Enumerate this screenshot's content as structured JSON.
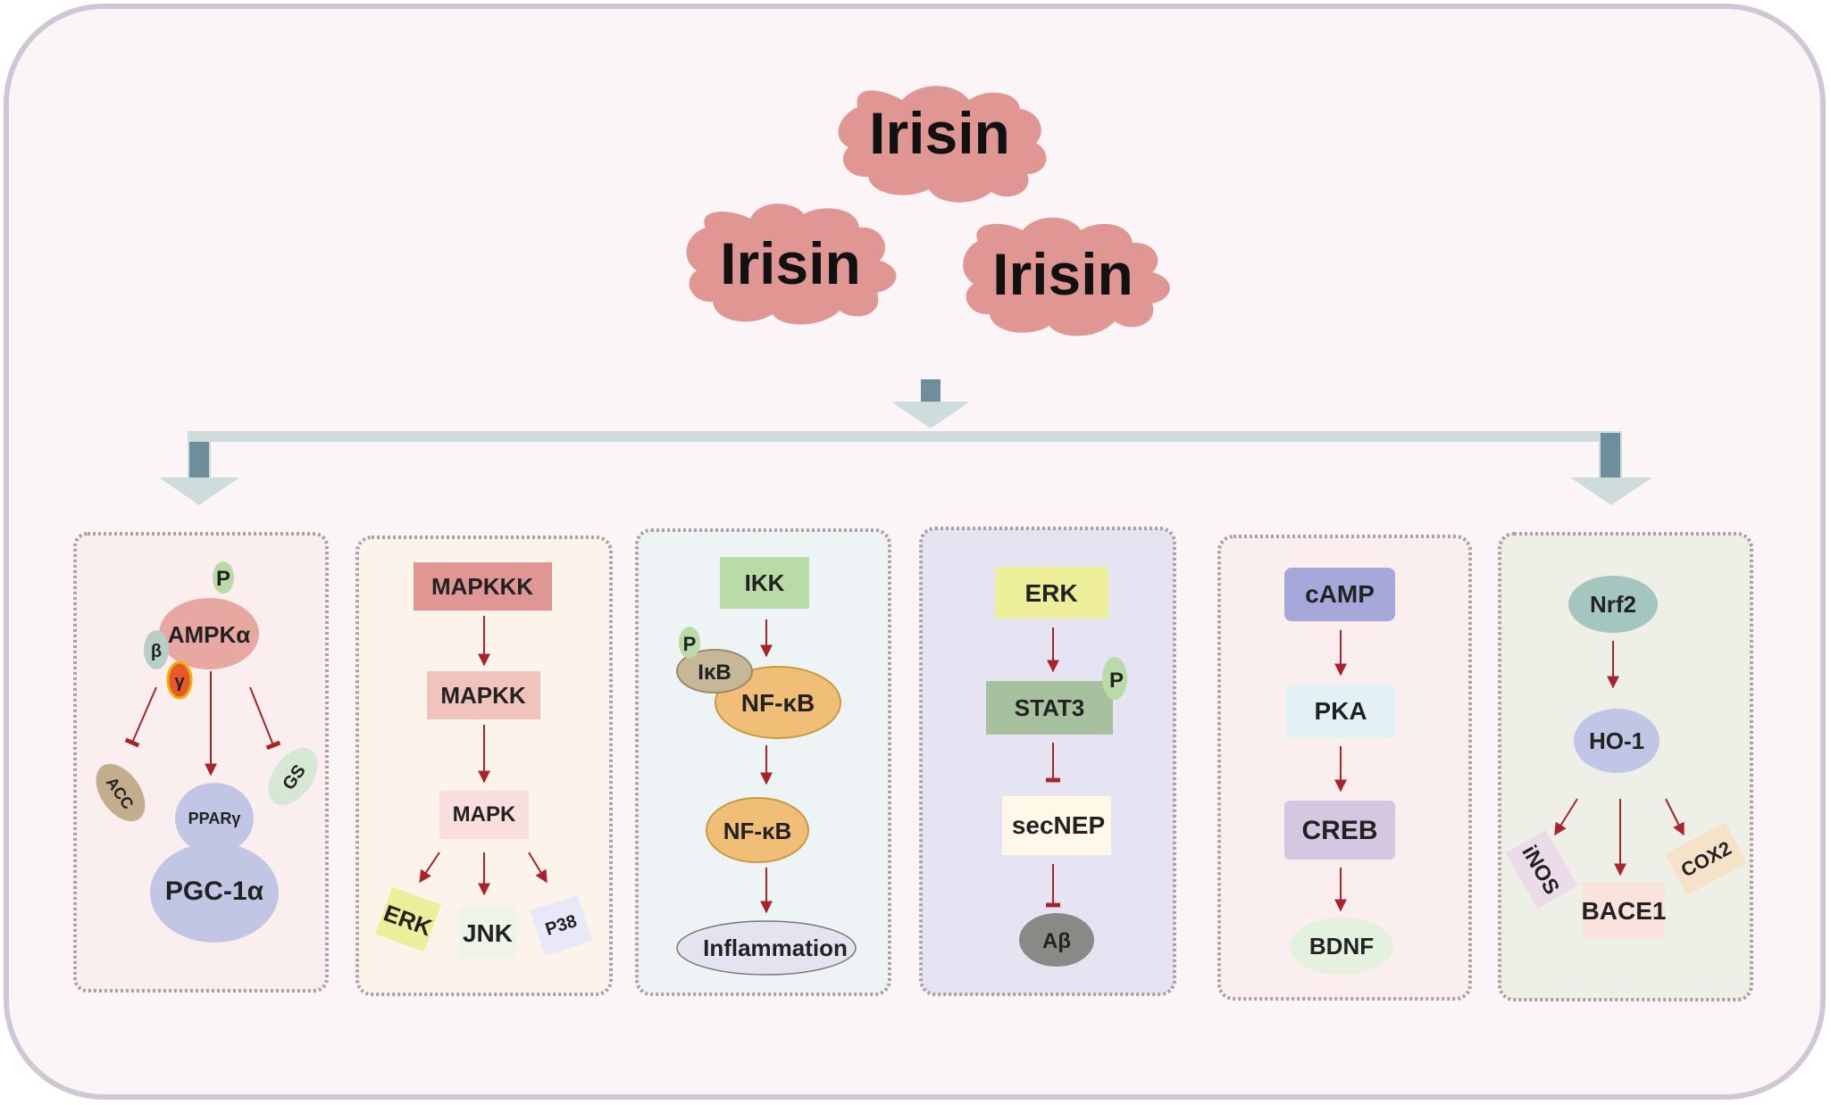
{
  "colors": {
    "frame_fill": "#fbf5f8",
    "frame_border": "#cfc8d4",
    "irisin": "#e09692",
    "connector": "#cfdcdc",
    "connector_dark": "#6d8f9b",
    "arrow_red": "#a8232b"
  },
  "irisin_labels": [
    "Irisin",
    "Irisin",
    "Irisin"
  ],
  "panels": {
    "ampk": {
      "ampk_alpha": "AMPKα",
      "p": "P",
      "beta": "β",
      "gamma": "γ",
      "acc": "ACC",
      "gs": "GS",
      "ppar": "PPARγ",
      "pgc": "PGC-1α"
    },
    "mapk": {
      "mapkkk": "MAPKKK",
      "mapkk": "MAPKK",
      "mapk": "MAPK",
      "erk": "ERK",
      "jnk": "JNK",
      "p38": "P38"
    },
    "nfkb": {
      "ikk": "IKK",
      "p": "P",
      "ikb": "IκB",
      "nfkb_complex": "NF-κB",
      "nfkb": "NF-κB",
      "inflammation": "Inflammation"
    },
    "stat3": {
      "erk": "ERK",
      "stat3": "STAT3",
      "p": "P",
      "secnep": "secNEP",
      "abeta": "Aβ"
    },
    "camp": {
      "camp": "cAMP",
      "pka": "PKA",
      "creb": "CREB",
      "bdnf": "BDNF"
    },
    "nrf2": {
      "nrf2": "Nrf2",
      "ho1": "HO-1",
      "inos": "iNOS",
      "bace1": "BACE1",
      "cox2": "COX2"
    }
  }
}
